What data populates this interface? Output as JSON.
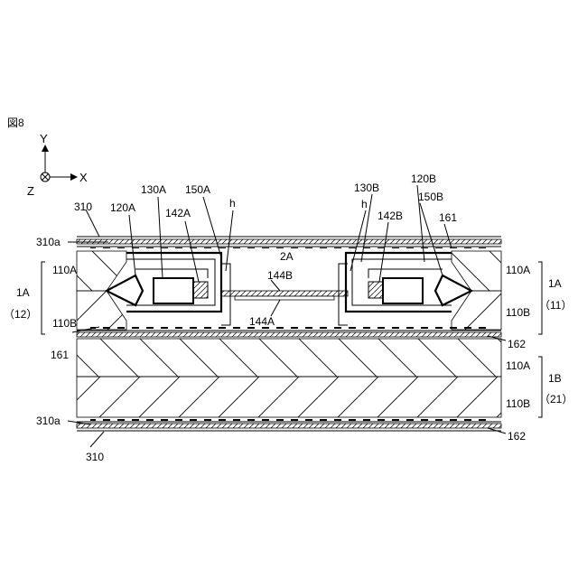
{
  "figure_label": "図8",
  "axes": {
    "y": "Y",
    "x": "X",
    "z": "Z"
  },
  "labels": {
    "l310_top": "310",
    "l310a_top": "310a",
    "l120A": "120A",
    "l130A": "130A",
    "l142A": "142A",
    "l150A": "150A",
    "l_h_left": "h",
    "l_h_right": "h",
    "l130B": "130B",
    "l120B": "120B",
    "l142B": "142B",
    "l150B": "150B",
    "l161_top": "161",
    "l2A": "2A",
    "l144B": "144B",
    "l144A": "144A",
    "l110A_left": "110A",
    "l110B_left": "110B",
    "l161_left": "161",
    "l110A_right": "110A",
    "l110B_right": "110B",
    "l1A_left": "1A",
    "l12": "（12）",
    "l1A_right": "1A",
    "l11": "（11）",
    "l162_top": "162",
    "l110A_low": "110A",
    "l110B_low": "110B",
    "l1B": "1B",
    "l21": "（21）",
    "l310a_bottom": "310a",
    "l162_bottom": "162",
    "l310_bottom": "310"
  }
}
